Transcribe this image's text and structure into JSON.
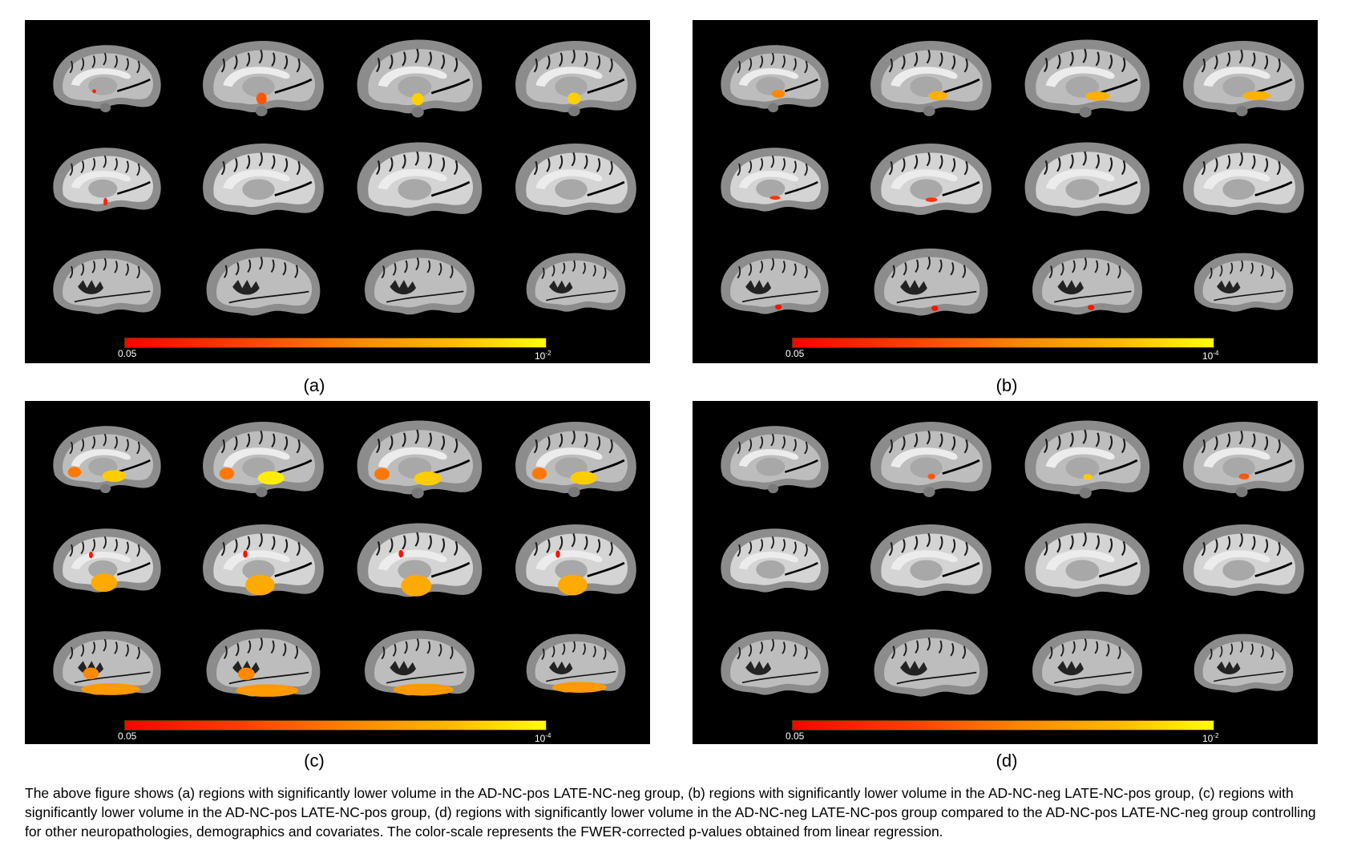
{
  "figure": {
    "panels": [
      {
        "id": "a",
        "label": "(a)",
        "colorbar": {
          "min_label": "0.05",
          "max_base": "10",
          "max_exp": "-2"
        },
        "activation_level": 1
      },
      {
        "id": "b",
        "label": "(b)",
        "colorbar": {
          "min_label": "0.05",
          "max_base": "10",
          "max_exp": "-4"
        },
        "activation_level": 2
      },
      {
        "id": "c",
        "label": "(c)",
        "colorbar": {
          "min_label": "0.05",
          "max_base": "10",
          "max_exp": "-4"
        },
        "activation_level": 3
      },
      {
        "id": "d",
        "label": "(d)",
        "colorbar": {
          "min_label": "0.05",
          "max_base": "10",
          "max_exp": "-2"
        },
        "activation_level": 0
      }
    ],
    "grid": {
      "rows": 3,
      "cols": 4,
      "view": "sagittal"
    },
    "colors": {
      "background": "#000000",
      "cb_low": "#ff0000",
      "cb_mid": "#ff8800",
      "cb_high": "#ffff00",
      "brain_gray": "#9a9a9a",
      "white_matter": "#e0e0e0"
    },
    "caption": "The above figure shows (a) regions with significantly lower volume in the AD-NC-pos LATE-NC-neg group, (b) regions with significantly lower volume in the AD-NC-neg LATE-NC-pos group, (c) regions with significantly lower volume in the AD-NC-pos LATE-NC-pos group, (d) regions with significantly lower volume in the AD-NC-neg LATE-NC-pos group compared to the AD-NC-pos LATE-NC-neg group controlling for other neuropathologies, demographics and covariates. The color-scale represents the FWER-corrected p-values obtained from linear regression."
  }
}
